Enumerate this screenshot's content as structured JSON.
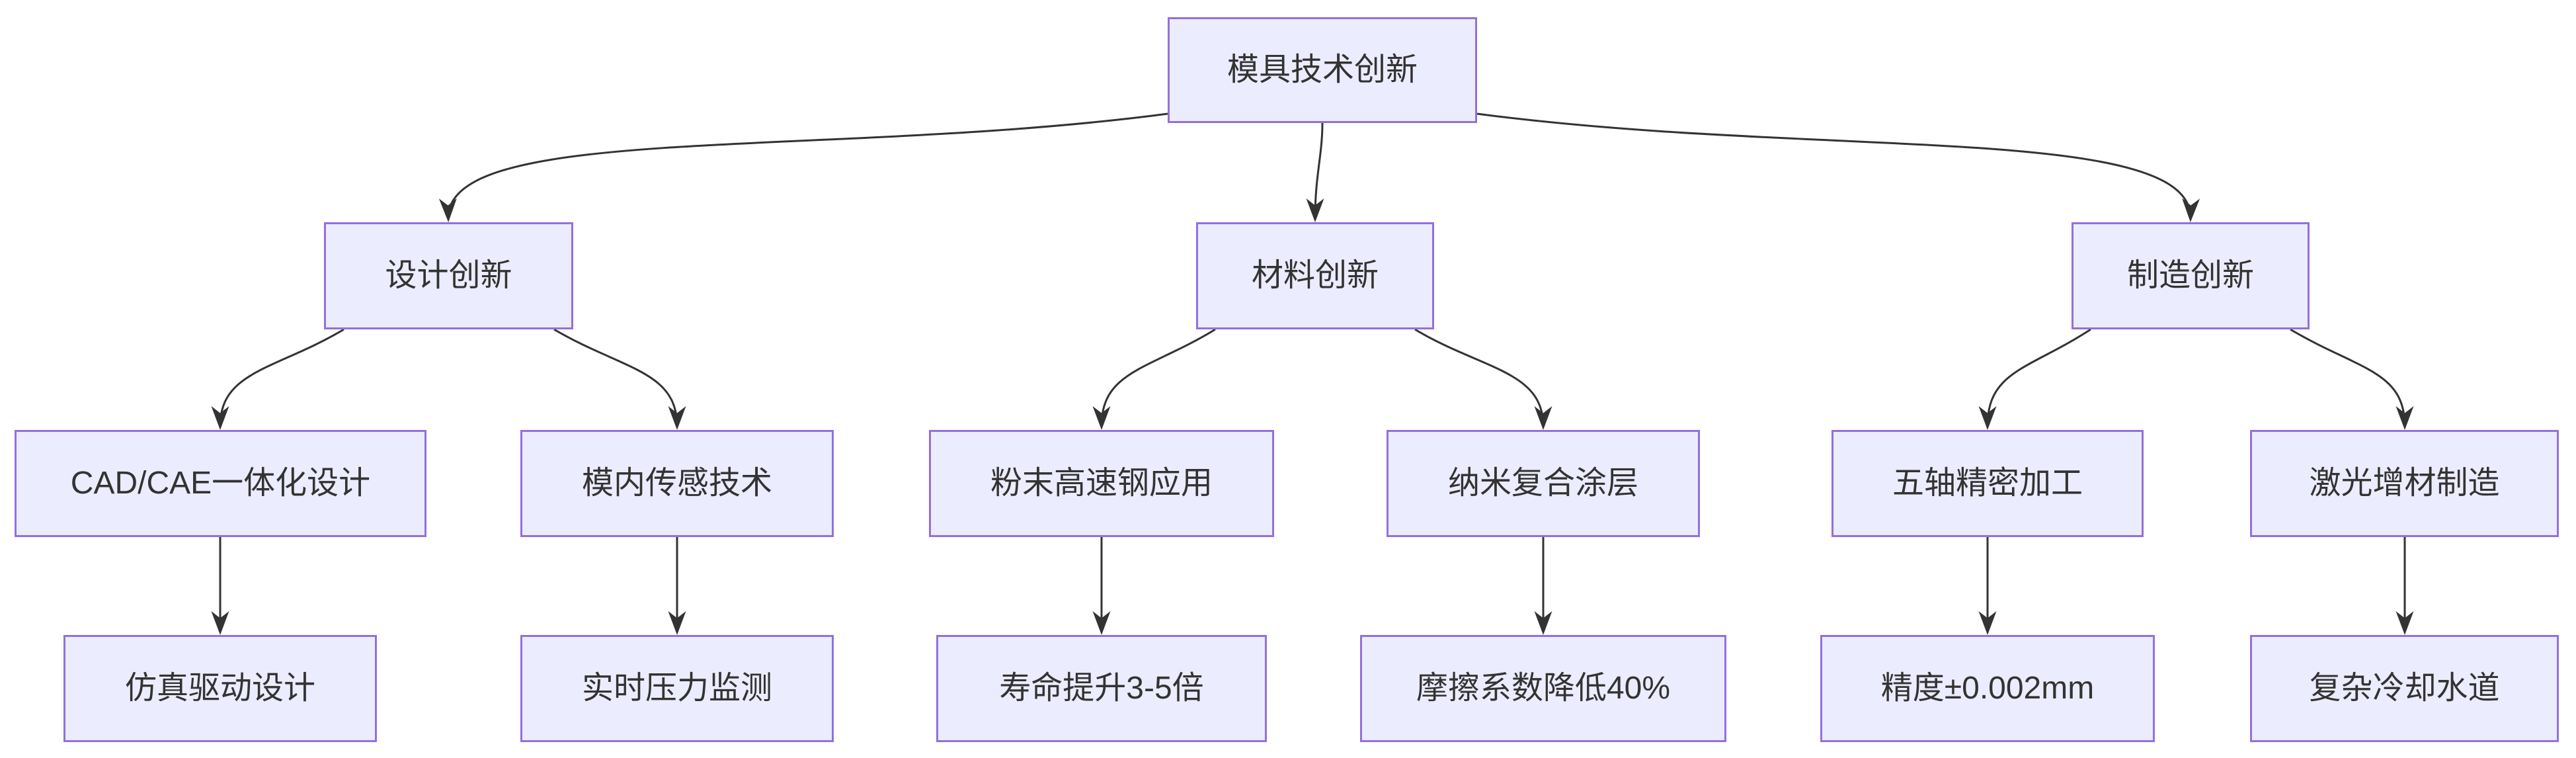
{
  "diagram": {
    "type": "flowchart-top-down",
    "root": {
      "label": "模具技术创新"
    },
    "branches": [
      {
        "label": "设计创新",
        "children": [
          {
            "label": "CAD/CAE一体化设计",
            "child": {
              "label": "仿真驱动设计"
            }
          },
          {
            "label": "模内传感技术",
            "child": {
              "label": "实时压力监测"
            }
          }
        ]
      },
      {
        "label": "材料创新",
        "children": [
          {
            "label": "粉末高速钢应用",
            "child": {
              "label": "寿命提升3-5倍"
            }
          },
          {
            "label": "纳米复合涂层",
            "child": {
              "label": "摩擦系数降低40%"
            }
          }
        ]
      },
      {
        "label": "制造创新",
        "children": [
          {
            "label": "五轴精密加工",
            "child": {
              "label": "精度±0.002mm"
            }
          },
          {
            "label": "激光增材制造",
            "child": {
              "label": "复杂冷却水道"
            }
          }
        ]
      }
    ],
    "colors": {
      "node_fill": "#ECECFF",
      "node_border": "#9370DB",
      "edge": "#333333",
      "text": "#333333",
      "background": "#FFFFFF"
    }
  }
}
